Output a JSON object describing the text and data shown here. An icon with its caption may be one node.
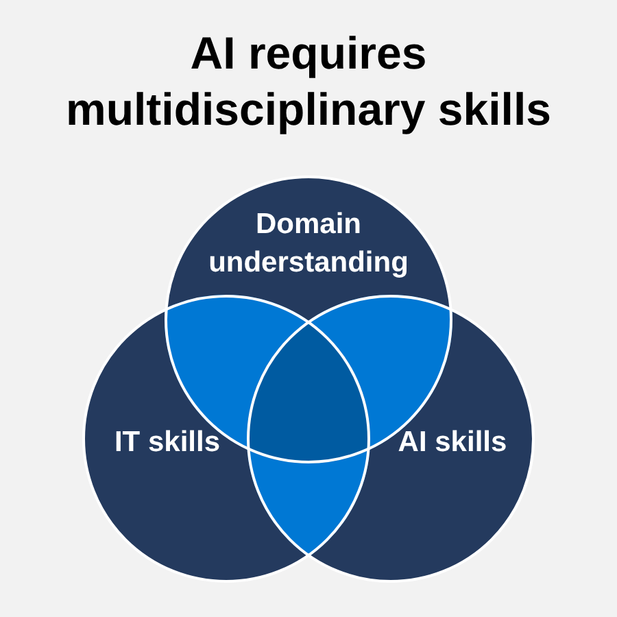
{
  "diagram": {
    "title": "AI requires multidisciplinary skills",
    "nodes": [
      {
        "text": [
          "Domain understanding"
        ]
      },
      {
        "text": [
          "IT skills"
        ]
      },
      {
        "text": [
          "AI skills"
        ]
      }
    ]
  }
}
